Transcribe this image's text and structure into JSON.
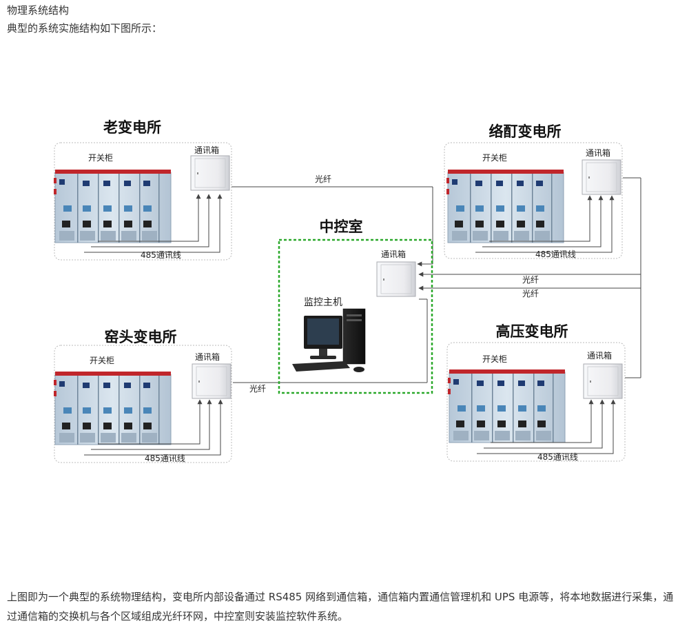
{
  "header": {
    "title": "物理系统结构",
    "subtitle": "典型的系统实施结构如下图所示："
  },
  "diagram": {
    "labels": {
      "switchgear": "开关柜",
      "comm_box": "通讯箱",
      "rs485_line": "485通讯线",
      "fiber": "光纤"
    },
    "stations": [
      {
        "id": "lao",
        "name": "老变电所"
      },
      {
        "id": "luo",
        "name": "络酊变电所"
      },
      {
        "id": "yao",
        "name": "窑头变电所"
      },
      {
        "id": "gao",
        "name": "高压变电所"
      }
    ],
    "control_room": {
      "name": "中控室",
      "comm_box": "通讯箱",
      "host": "监控主机"
    },
    "colors": {
      "control_border": "#2aa82a",
      "cabinet_body": "#c9d7e3",
      "cabinet_top": "#c0262b",
      "line": "#444444"
    }
  },
  "footer": {
    "description": "上图即为一个典型的系统物理结构，变电所内部设备通过 RS485 网络到通信箱，通信箱内置通信管理机和 UPS 电源等，将本地数据进行采集，通过通信箱的交换机与各个区域组成光纤环网，中控室则安装监控软件系统。"
  }
}
